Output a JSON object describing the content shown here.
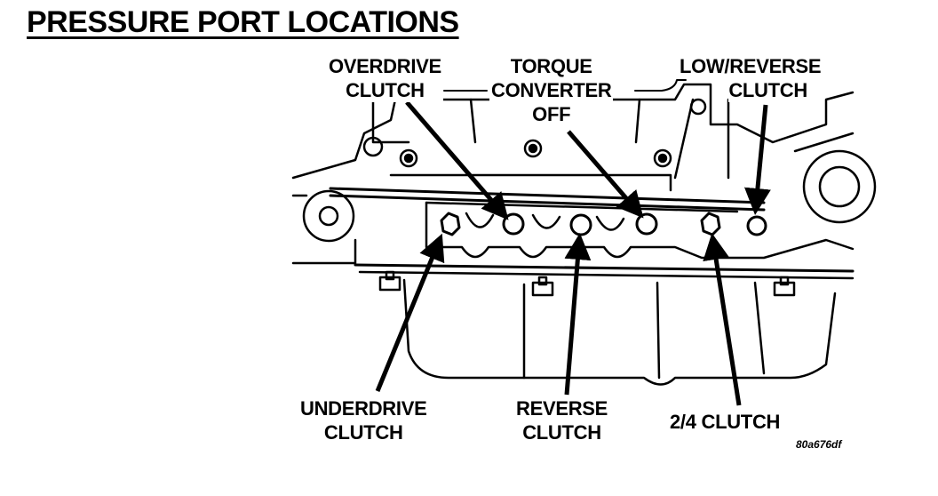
{
  "title": "PRESSURE PORT LOCATIONS",
  "labels": {
    "overdrive": [
      "OVERDRIVE",
      "CLUTCH"
    ],
    "torque": [
      "TORQUE",
      "CONVERTER",
      "OFF"
    ],
    "lowreverse": [
      "LOW/REVERSE",
      "CLUTCH"
    ],
    "underdrive": [
      "UNDERDRIVE",
      "CLUTCH"
    ],
    "reverse": [
      "REVERSE",
      "CLUTCH"
    ],
    "twofour": "2/4 CLUTCH"
  },
  "figure_code": "80a676df"
}
